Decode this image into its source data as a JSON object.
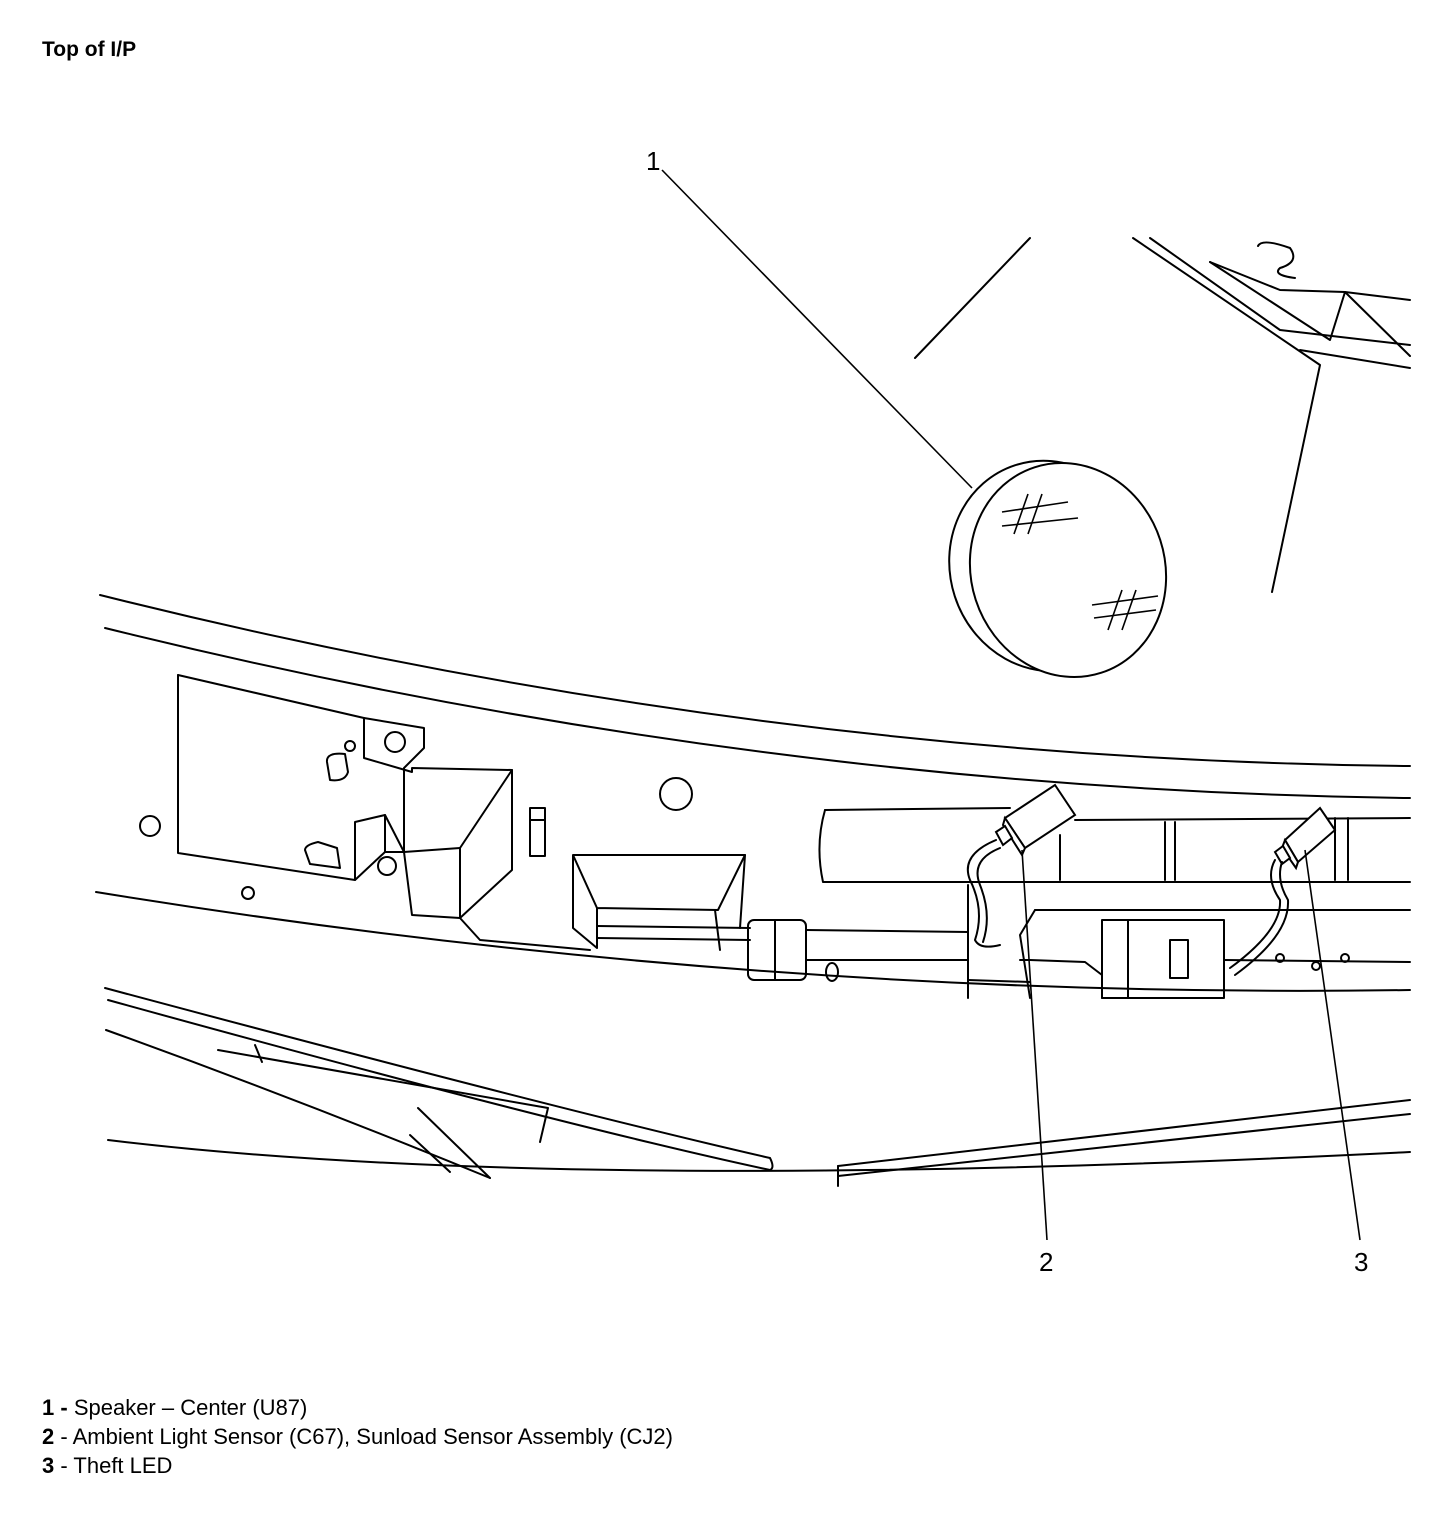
{
  "title": "Top of I/P",
  "callouts": [
    {
      "number": "1"
    },
    {
      "number": "2"
    },
    {
      "number": "3"
    }
  ],
  "legend": [
    {
      "number": "1",
      "sep": " - ",
      "text": "Speaker – Center (U87)"
    },
    {
      "number": "2",
      "sep": " - ",
      "text": "Ambient Light Sensor (C67), Sunload Sensor Assembly (CJ2)"
    },
    {
      "number": "3",
      "sep": " - ",
      "text": "Theft LED"
    }
  ]
}
